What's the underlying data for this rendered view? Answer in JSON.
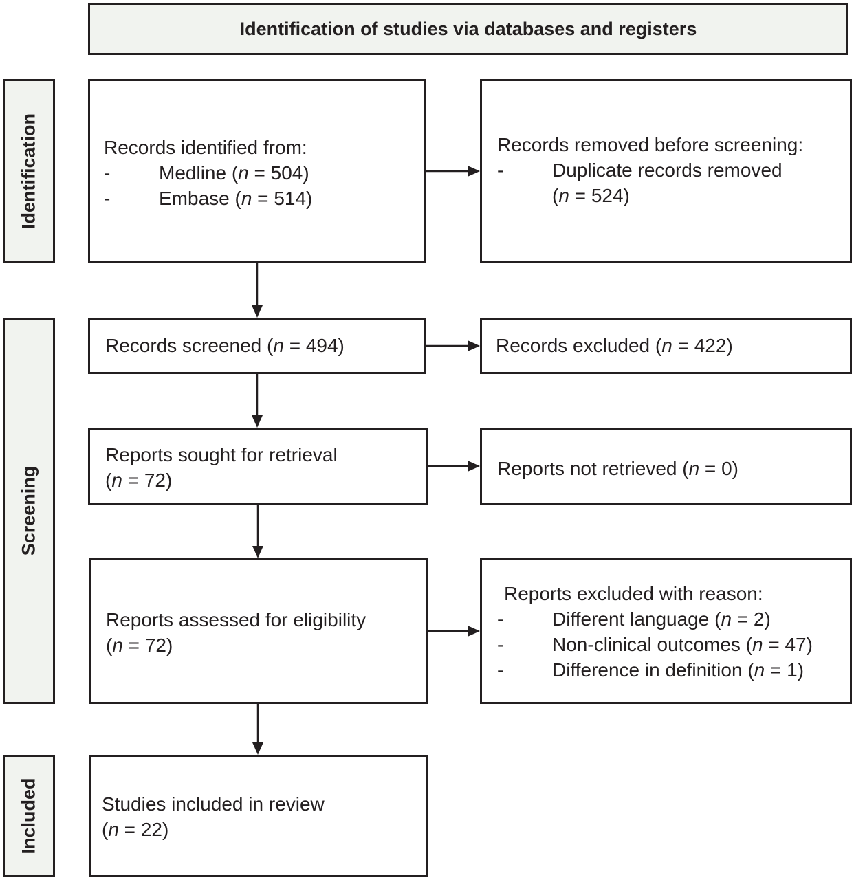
{
  "header": "Identification of studies via databases and registers",
  "stages": {
    "identification": "Identification",
    "screening": "Screening",
    "included": "Included"
  },
  "boxes": {
    "records_identified": {
      "title": "Records identified from:",
      "items": [
        {
          "dash": "-",
          "label": "Medline (",
          "n": "n",
          "value": " = 504)"
        },
        {
          "dash": "-",
          "label": "Embase (",
          "n": "n",
          "value": " = 514)"
        }
      ]
    },
    "records_removed": {
      "title": "Records removed before screening:",
      "items": [
        {
          "dash": "-",
          "label": "Duplicate records removed"
        }
      ],
      "count_open": "(",
      "n": "n",
      "count_value": " = 524)"
    },
    "records_screened": {
      "label": "Records screened (",
      "n": "n",
      "value": " = 494)"
    },
    "records_excluded": {
      "label": "Records excluded (",
      "n": "n",
      "value": " = 422)"
    },
    "reports_sought": {
      "label": "Reports sought for retrieval",
      "count_open": "(",
      "n": "n",
      "value": " = 72)"
    },
    "reports_not_retrieved": {
      "label": "Reports not retrieved (",
      "n": "n",
      "value": " = 0)"
    },
    "reports_assessed": {
      "label": "Reports assessed for eligibility",
      "count_open": "(",
      "n": "n",
      "value": " = 72)"
    },
    "reports_excluded": {
      "title": "Reports excluded with reason:",
      "items": [
        {
          "dash": "-",
          "label": "Different language (",
          "n": "n",
          "value": " = 2)"
        },
        {
          "dash": "-",
          "label": "Non-clinical outcomes (",
          "n": "n",
          "value": " = 47)"
        },
        {
          "dash": "-",
          "label": "Difference in definition (",
          "n": "n",
          "value": " = 1)"
        }
      ]
    },
    "studies_included": {
      "label": "Studies included in review",
      "count_open": "(",
      "n": "n",
      "value": " = 22)"
    }
  }
}
